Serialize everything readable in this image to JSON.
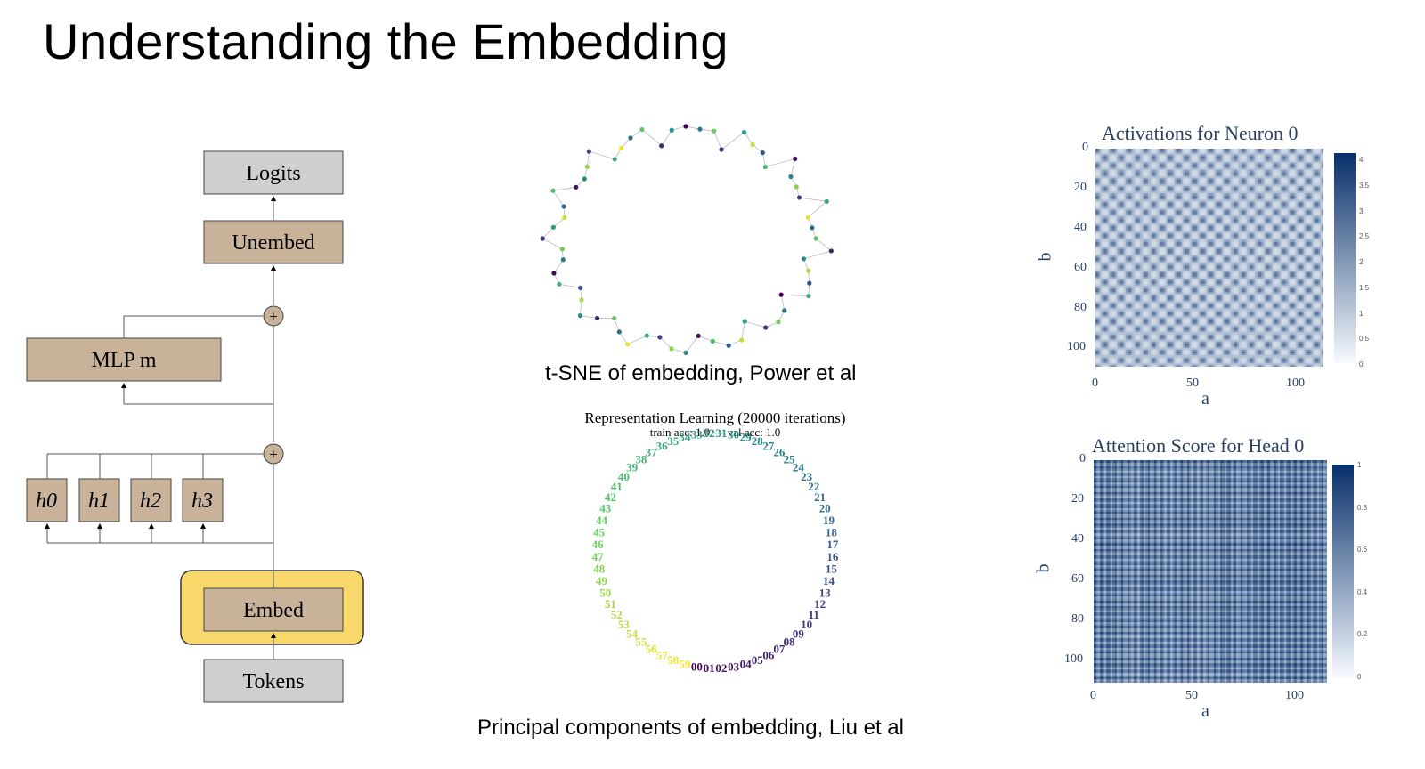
{
  "slide": {
    "title": "Understanding the Embedding"
  },
  "diagram": {
    "logits": "Logits",
    "unembed": "Unembed",
    "mlp": "MLP m",
    "heads": [
      "h0",
      "h1",
      "h2",
      "h3"
    ],
    "embed": "Embed",
    "tokens": "Tokens",
    "plus": "+",
    "colors": {
      "block": "#c8b39a",
      "gray": "#cfcfcf",
      "highlight": "#f8d86b"
    }
  },
  "tsne": {
    "caption": "t-SNE of embedding, Power et al"
  },
  "pca": {
    "title": "Representation Learning (20000 iterations)",
    "subtitle": "train acc: 1.0 — val acc: 1.0",
    "caption": "Principal components of embedding, Liu et al",
    "labels": [
      "00",
      "01",
      "02",
      "03",
      "04",
      "05",
      "06",
      "07",
      "08",
      "09",
      "10",
      "11",
      "12",
      "13",
      "14",
      "15",
      "16",
      "17",
      "18",
      "19",
      "20",
      "21",
      "22",
      "23",
      "24",
      "25",
      "26",
      "27",
      "28",
      "29",
      "30",
      "31",
      "32",
      "33",
      "34",
      "35",
      "36",
      "37",
      "38",
      "39",
      "40",
      "41",
      "42",
      "43",
      "44",
      "45",
      "46",
      "47",
      "48",
      "49",
      "50",
      "51",
      "52",
      "53",
      "54",
      "55",
      "56",
      "57",
      "58",
      "59"
    ]
  },
  "chart_data": [
    {
      "type": "heatmap",
      "title": "Activations for Neuron 0",
      "xlabel": "a",
      "ylabel": "b",
      "x_ticks": [
        "0",
        "50",
        "100"
      ],
      "y_ticks": [
        "0",
        "20",
        "40",
        "60",
        "80",
        "100"
      ],
      "colorbar_ticks": [
        "4",
        "3.5",
        "3",
        "2.5",
        "2",
        "1.5",
        "1",
        "0.5",
        "0"
      ],
      "colorscale": [
        "#f7fbff",
        "#08306b"
      ]
    },
    {
      "type": "heatmap",
      "title": "Attention Score for Head 0",
      "xlabel": "a",
      "ylabel": "b",
      "x_ticks": [
        "0",
        "50",
        "100"
      ],
      "y_ticks": [
        "0",
        "20",
        "40",
        "60",
        "80",
        "100"
      ],
      "colorbar_ticks": [
        "1",
        "0.8",
        "0.6",
        "0.4",
        "0.2",
        "0"
      ],
      "colorscale": [
        "#f7fbff",
        "#08306b"
      ]
    }
  ]
}
